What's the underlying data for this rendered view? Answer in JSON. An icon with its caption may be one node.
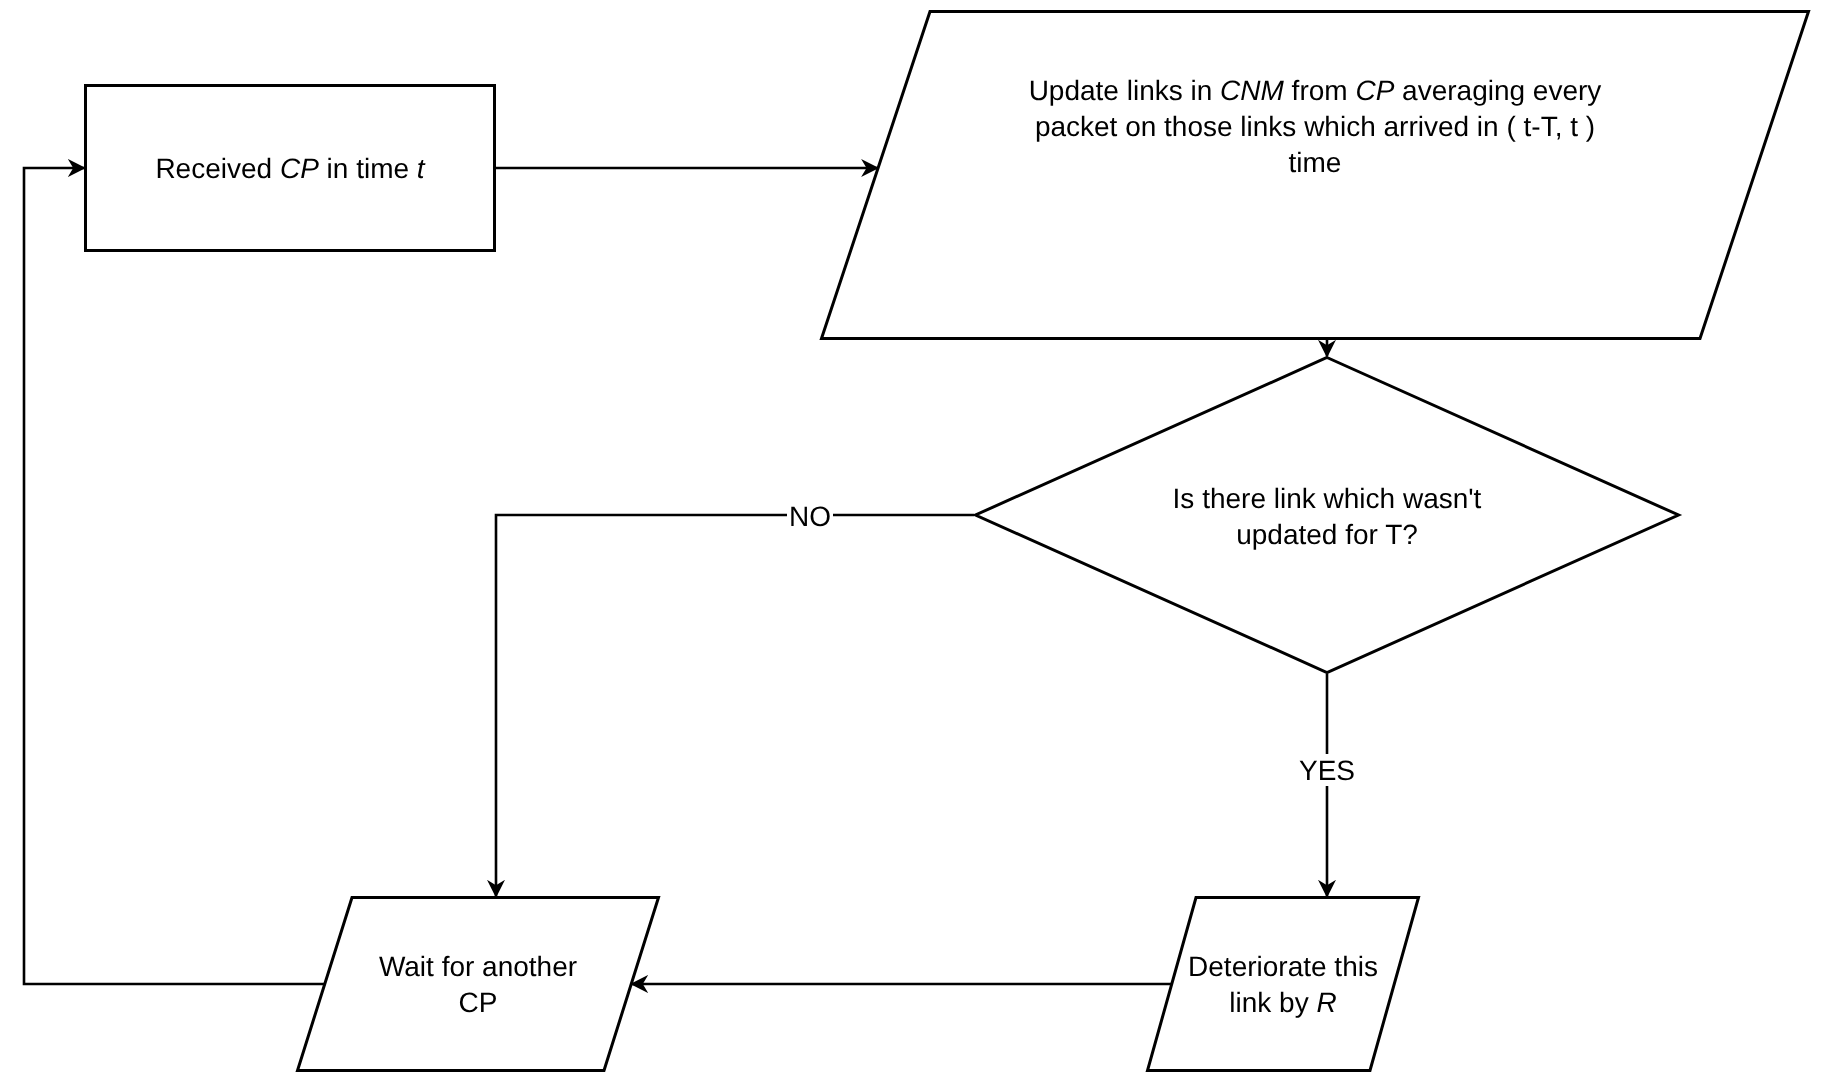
{
  "diagram": {
    "nodes": [
      {
        "text": [
          "Received *CP* in time *t*"
        ]
      },
      {
        "text": [
          "Update links in *CNM* from *CP* averaging every packet on those links which arrived in ( t-T, t ) time"
        ]
      },
      {
        "text": [
          "Is there link which wasn't updated for T?"
        ]
      },
      {
        "text": [
          "Deteriorate this link by *R*"
        ]
      },
      {
        "text": [
          "Wait for another CP"
        ]
      }
    ],
    "edges": [
      {
        "from": 0,
        "to": 1,
        "arrow": "to"
      },
      {
        "from": 1,
        "to": 2,
        "arrow": "to"
      },
      {
        "from": 2,
        "to": 4,
        "arrow": "to",
        "label": "NO"
      },
      {
        "from": 2,
        "to": 3,
        "arrow": "to",
        "label": "YES"
      },
      {
        "from": 3,
        "to": 4,
        "arrow": "to"
      },
      {
        "from": 4,
        "to": 0,
        "arrow": "to"
      }
    ]
  }
}
